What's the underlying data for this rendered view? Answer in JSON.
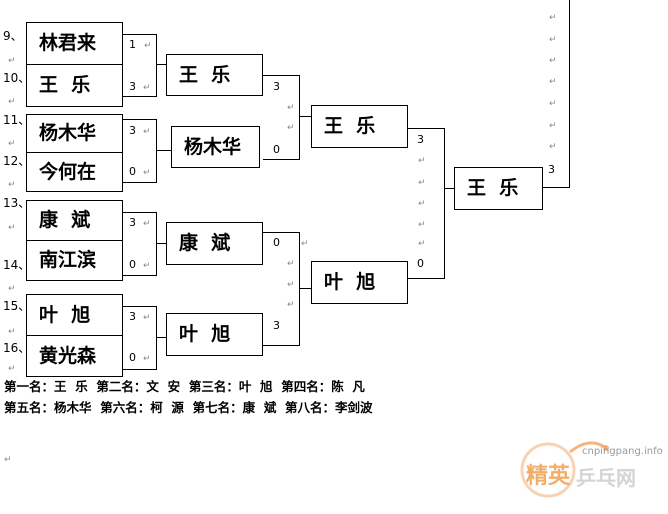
{
  "bracket": {
    "seeds": [
      "9、",
      "10、",
      "11、",
      "12、",
      "13、",
      "14、",
      "15、",
      "16、"
    ],
    "round1": [
      "林君来",
      "王  乐",
      "杨木华",
      "今何在",
      "康  斌",
      "南江滨",
      "叶  旭",
      "黄光森"
    ],
    "round1_scores": [
      "1",
      "3",
      "3",
      "0",
      "3",
      "0",
      "3",
      "0"
    ],
    "round2": [
      "王  乐",
      "杨木华",
      "康  斌",
      "叶  旭"
    ],
    "round2_scores": [
      "3",
      "0",
      "0",
      "3"
    ],
    "round3": [
      "王  乐",
      "叶  旭"
    ],
    "round3_scores": [
      "3",
      "0"
    ],
    "final": "王  乐",
    "final_score": "3"
  },
  "ranking": {
    "line1": "第一名：王  乐  第二名：文  安  第三名：叶  旭  第四名：陈  凡",
    "line2": "第五名：杨木华  第六名：柯  源  第七名：康  斌  第八名：李剑波"
  },
  "watermark": {
    "site": "cnpingpang.info",
    "brand_left": "精英",
    "brand_right": "乒乓网"
  },
  "marks": {
    "paragraph": "↵"
  }
}
